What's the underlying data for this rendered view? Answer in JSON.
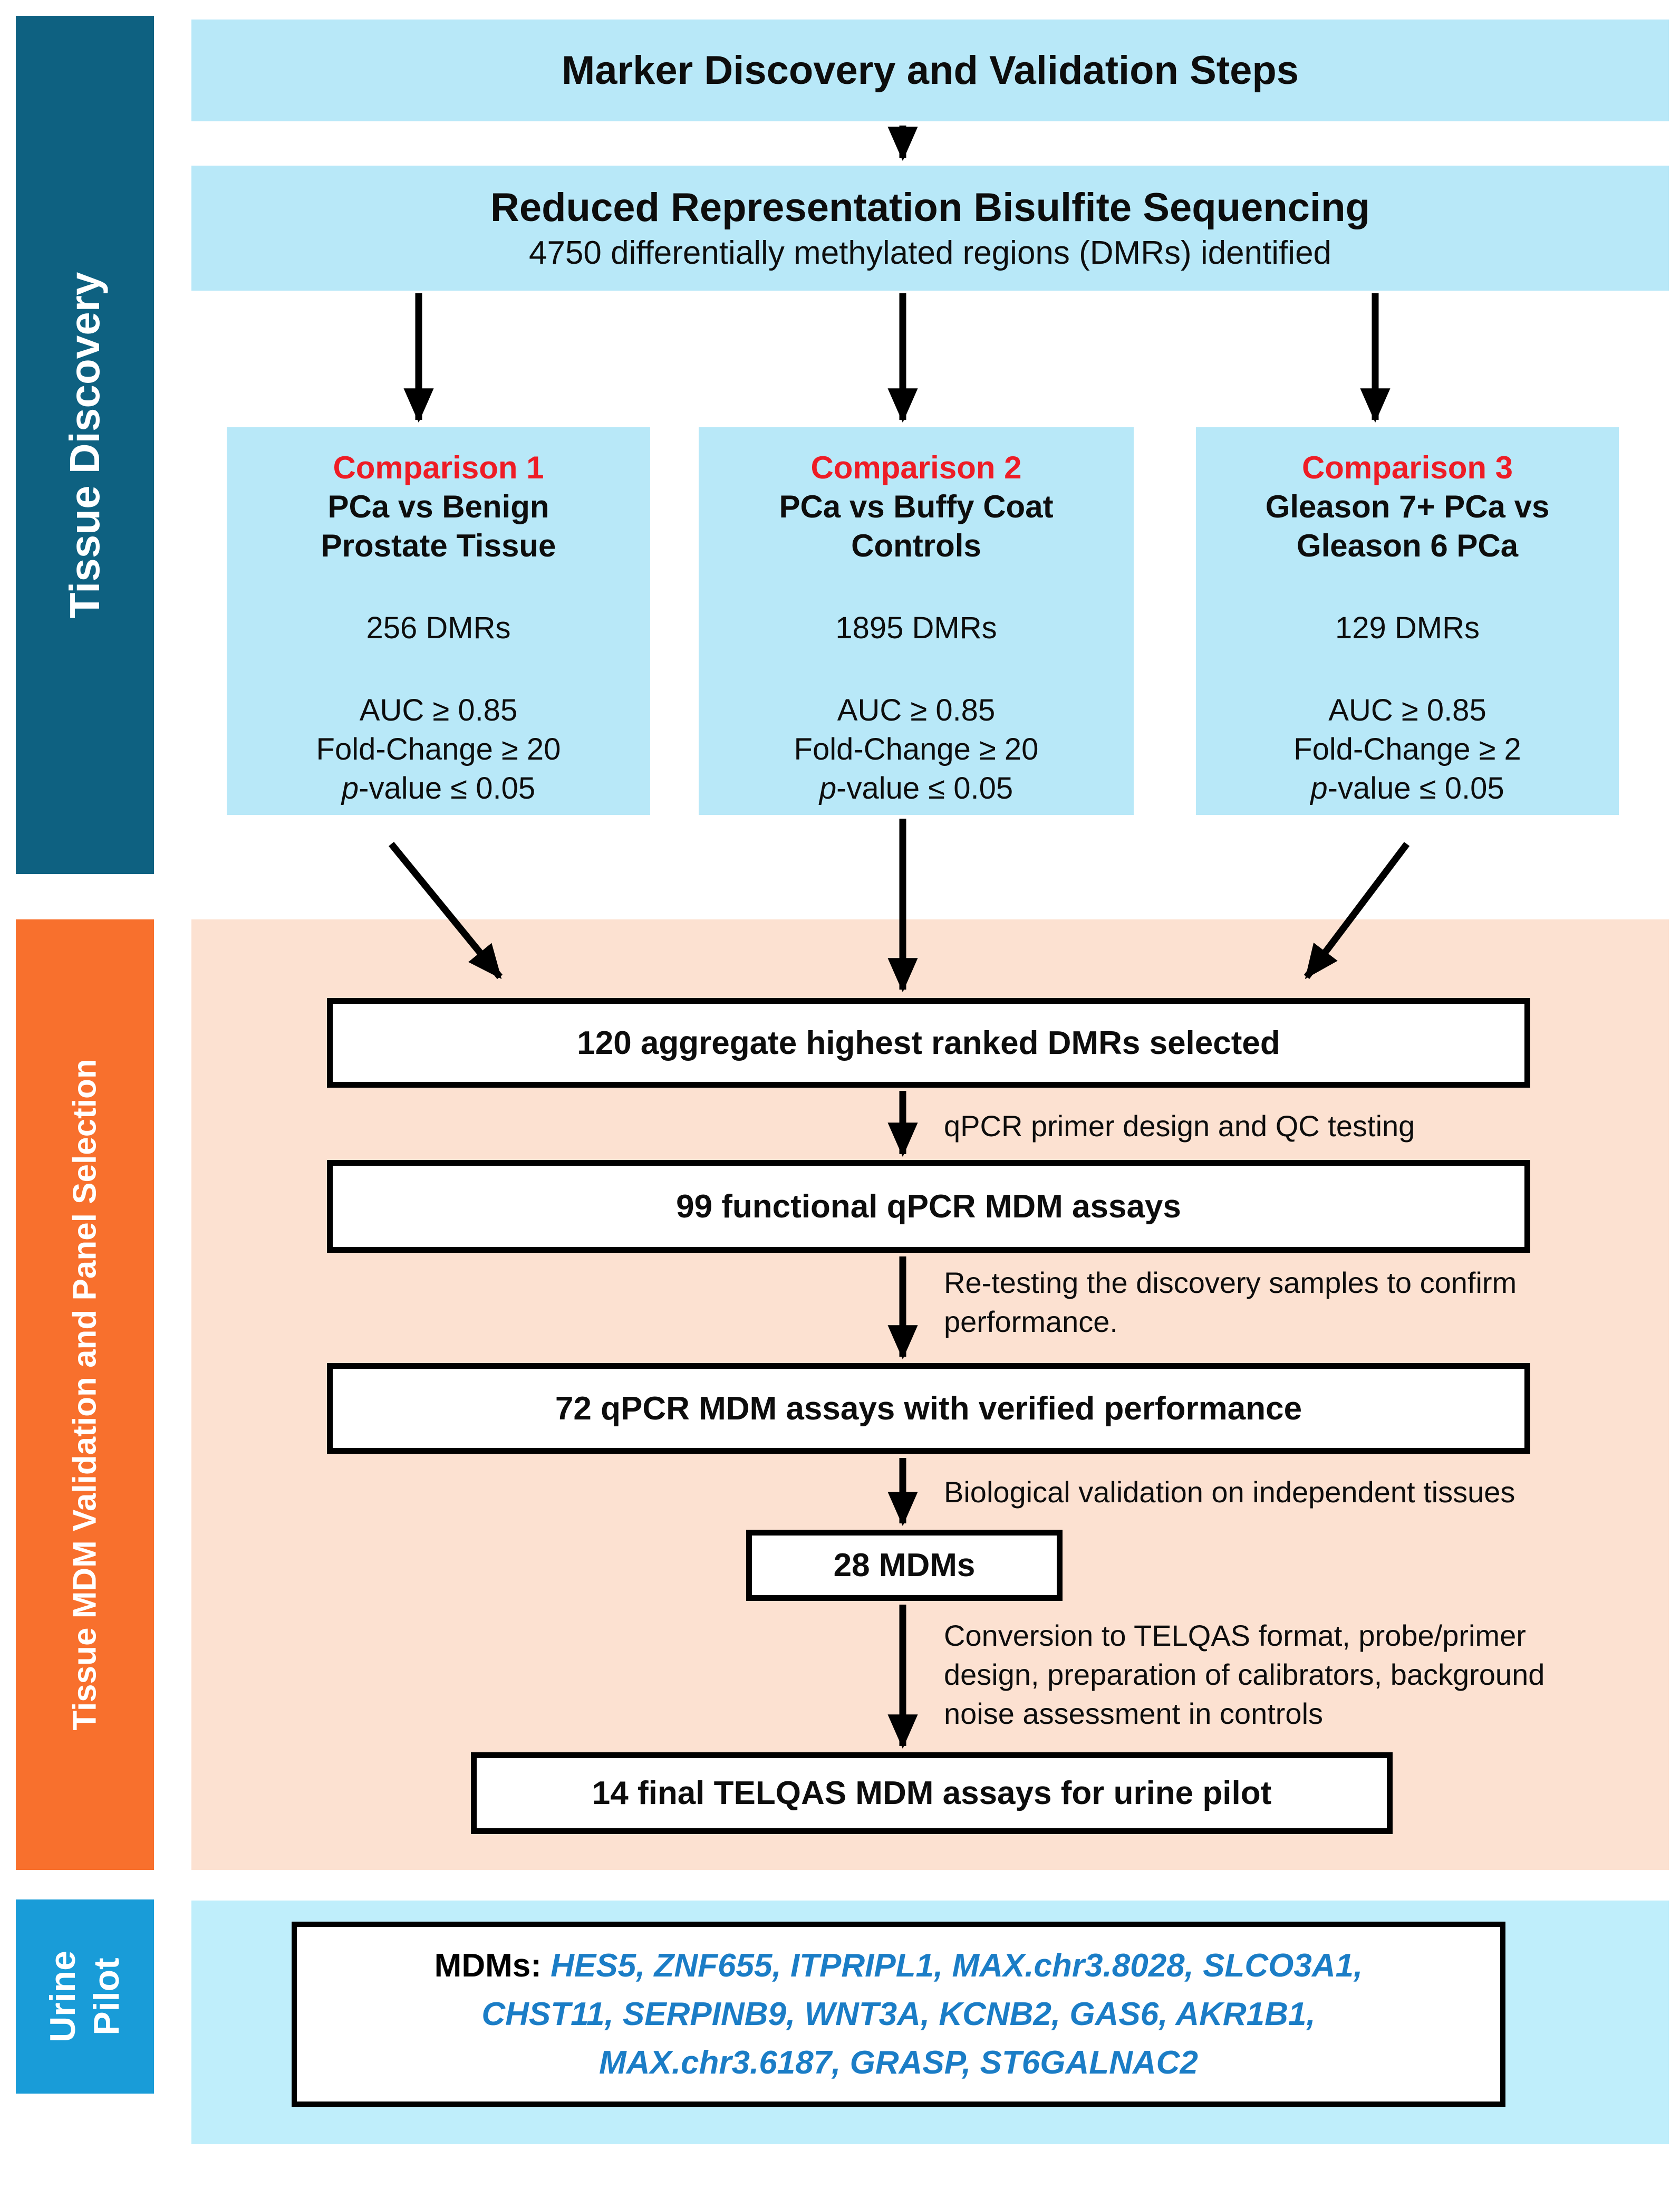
{
  "header": {
    "title": "Marker Discovery and Validation Steps"
  },
  "rrbs": {
    "title": "Reduced Representation Bisulfite Sequencing",
    "subtitle": "4750 differentially methylated regions (DMRs) identified"
  },
  "sidebar": {
    "sections": [
      {
        "label": "Tissue Discovery",
        "color": "#0e6181"
      },
      {
        "label": "Tissue MDM Validation and Panel Selection",
        "color": "#f8702d"
      },
      {
        "label": "Urine Pilot",
        "color": "#199cd8"
      }
    ]
  },
  "colors": {
    "section_teal": "#0e6181",
    "section_orange": "#f8702d",
    "section_blue": "#199cd8",
    "light_blue_box": "#b8e8f8",
    "urine_panel_blue": "#bfeefb",
    "peach_panel": "#fce1d1",
    "comparison_heading_red": "#ee1c25",
    "gene_text_blue": "#1b7dc6"
  },
  "comparisons": [
    {
      "heading": "Comparison 1",
      "name_line1": "PCa vs Benign",
      "name_line2": "Prostate Tissue",
      "dmr_count": "256 DMRs",
      "auc": "AUC ≥ 0.85",
      "fold_change": "Fold-Change ≥ 20",
      "p_italic": "p",
      "p_rest": "-value ≤ 0.05"
    },
    {
      "heading": "Comparison 2",
      "name_line1": "PCa vs Buffy Coat",
      "name_line2": "Controls",
      "dmr_count": "1895 DMRs",
      "auc": "AUC ≥ 0.85",
      "fold_change": "Fold-Change ≥ 20",
      "p_italic": "p",
      "p_rest": "-value ≤ 0.05"
    },
    {
      "heading": "Comparison 3",
      "name_line1": "Gleason 7+ PCa vs",
      "name_line2": "Gleason 6 PCa",
      "dmr_count": "129 DMRs",
      "auc": "AUC ≥ 0.85",
      "fold_change": "Fold-Change ≥ 2",
      "p_italic": "p",
      "p_rest": "-value ≤ 0.05"
    }
  ],
  "pipeline": {
    "step1": "120 aggregate highest ranked DMRs selected",
    "label1": "qPCR primer design and QC testing",
    "step2": "99 functional qPCR MDM assays",
    "label2": "Re-testing the discovery samples to confirm\nperformance.",
    "step3": "72  qPCR MDM assays with verified performance",
    "label3": "Biological validation on independent tissues",
    "step4": "28 MDMs",
    "label4": "Conversion to TELQAS format, probe/primer\ndesign, preparation of calibrators, background\nnoise assessment in controls",
    "step5": "14 final TELQAS MDM assays for urine pilot"
  },
  "urine_pilot": {
    "mdms_label": "MDMs:",
    "genes_line1": "HES5, ZNF655, ITPRIPL1, MAX.chr3.8028, SLCO3A1,",
    "genes_line2": "CHST11, SERPINB9, WNT3A, KCNB2, GAS6, AKR1B1,",
    "genes_line3": "MAX.chr3.6187, GRASP, ST6GALNAC2"
  }
}
